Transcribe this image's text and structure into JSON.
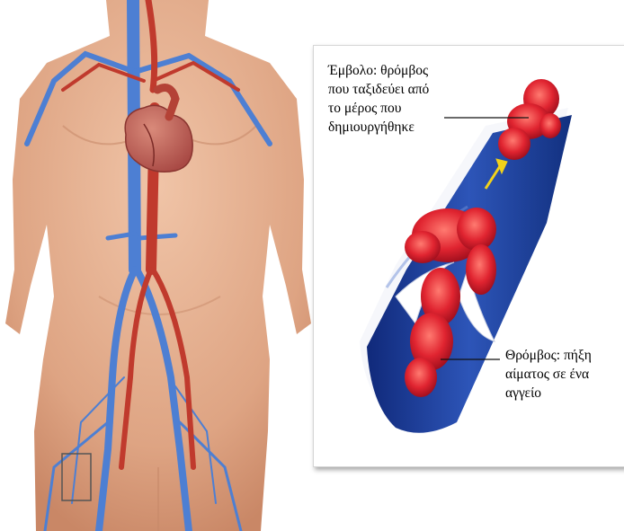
{
  "labels": {
    "embolus": {
      "lines": [
        "Έμβολο: θρόμβος",
        "που ταξιδεύει από",
        "το μέρος που",
        "δημιουργήθηκε"
      ]
    },
    "thrombus": {
      "lines": [
        "Θρόμβος: πήξη",
        "αίματος σε ένα",
        "αγγείο"
      ]
    }
  },
  "colors": {
    "skin": "#e2ac8c",
    "vein": "#4d7fd3",
    "artery": "#c03a2d",
    "vessel_wall": "#1f3f99",
    "clot": "#d9222f",
    "arrow": "#f2d21a"
  }
}
